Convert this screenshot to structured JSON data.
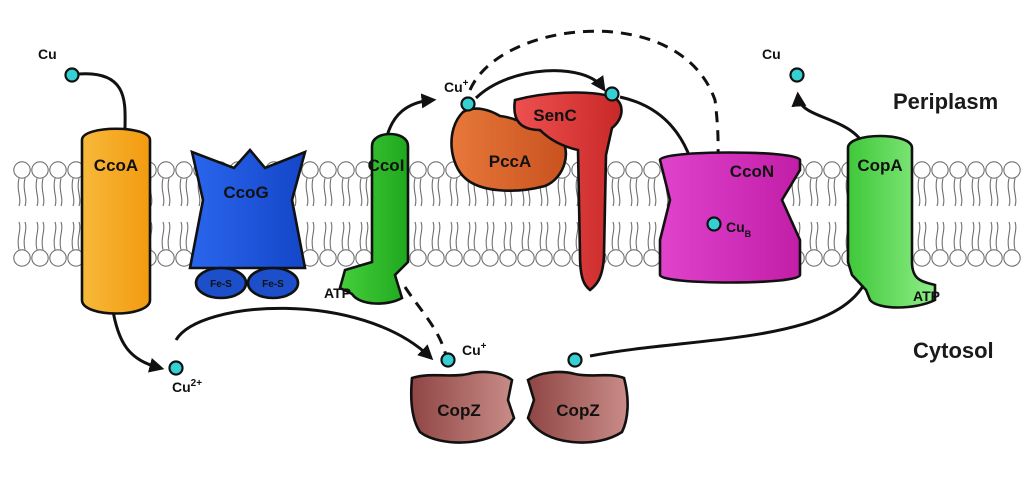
{
  "regions": {
    "periplasm": "Periplasm",
    "cytosol": "Cytosol"
  },
  "proteins": {
    "ccoA": "CcoA",
    "ccoG": "CcoG",
    "fes1": "Fe-S",
    "fes2": "Fe-S",
    "ccoI": "CcoI",
    "pccA": "PccA",
    "senC": "SenC",
    "ccoN": "CcoN",
    "copA": "CopA",
    "copZ1": "CopZ",
    "copZ2": "CopZ"
  },
  "labels": {
    "cu_left": "Cu",
    "cu_right": "Cu",
    "cu_plus_top": "Cu",
    "cu_plus_top_sup": "+",
    "cu2": "Cu",
    "cu2_sup": "2+",
    "cu_plus_copz": "Cu",
    "cu_plus_copz_sup": "+",
    "cub": "Cu",
    "cub_sub": "B",
    "atp_left": "ATP",
    "atp_right": "ATP"
  },
  "colors": {
    "ccoA": "#f5a51d",
    "ccoG": "#1e5ce8",
    "fes": "#1c4fc9",
    "ccoI": "#2fbf2a",
    "pccA": "#d9622a",
    "senC": "#e03a3a",
    "ccoN": "#d62fc0",
    "copA": "#4fd84a",
    "copZ": "#a9605c",
    "ion": "#35d0d4"
  }
}
